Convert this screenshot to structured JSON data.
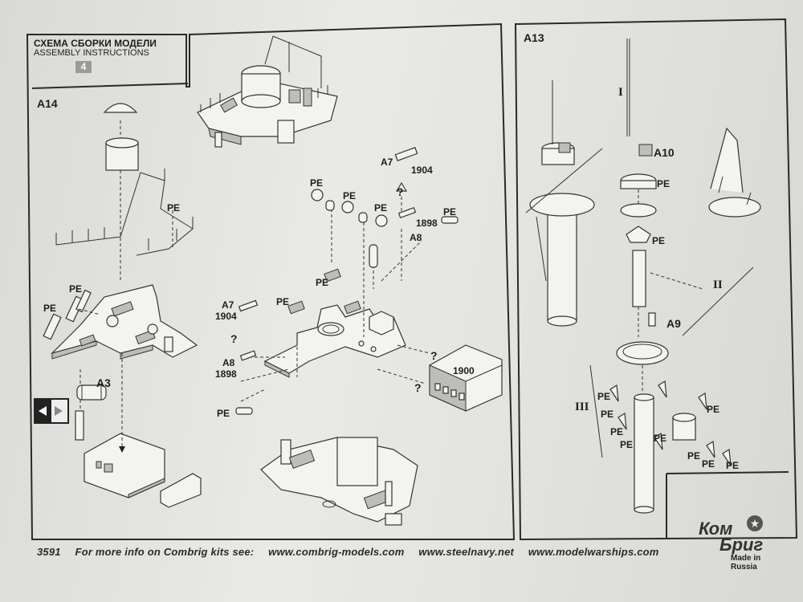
{
  "header": {
    "title_ru": "СХЕМА СБОРКИ МОДЕЛИ",
    "title_en": "ASSEMBLY INSTRUCTIONS",
    "step": "4"
  },
  "sections": {
    "a14": "A14",
    "a13": "A13"
  },
  "labels": {
    "pe": "PE",
    "a3": "A3",
    "a7": "A7",
    "a8": "A8",
    "a9": "A9",
    "a10": "A10",
    "y1904": "1904",
    "y1898": "1898",
    "y1900": "1900",
    "question": "?",
    "roman_1": "I",
    "roman_2": "II",
    "roman_3": "III"
  },
  "footer": {
    "kit_number": "3591",
    "info_text": "For more info on Combrig kits see:",
    "url_1": "www.combrig-models.com",
    "url_2": "www.steelnavy.net",
    "url_3": "www.modelwarships.com"
  },
  "logo": {
    "line1": "Ком",
    "line2": "Бриг",
    "made_in": "Made in Russia"
  },
  "colors": {
    "paper": "#e6e6e3",
    "ink": "#222222",
    "badge": "#9a9a98"
  }
}
